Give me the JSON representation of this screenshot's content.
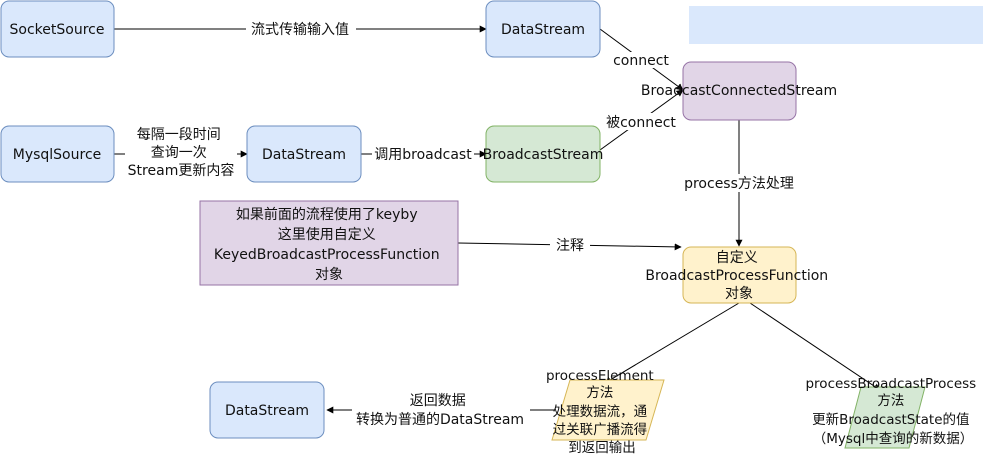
{
  "nodes": {
    "socket_source": "SocketSource",
    "datastream_top": "DataStream",
    "mysql_source": "MysqlSource",
    "datastream_mid": "DataStream",
    "broadcast_stream": "BroadcastStream",
    "broadcast_connected": "BroadcastConnectedStream",
    "process_function": [
      "自定义",
      "BroadcastProcessFunction",
      "对象"
    ],
    "keyed_note": [
      "如果前面的流程使用了keyby",
      "这里使用自定义",
      "KeyedBroadcastProcessFunction",
      "对象"
    ],
    "process_element": [
      "processElement",
      "方法",
      "处理数据流，通",
      "过关联广播流得",
      "到返回输出"
    ],
    "process_broadcast": [
      "processBroadcastProcess",
      "方法",
      "更新BroadcastState的值",
      "（Mysql中查询的新数据）"
    ],
    "datastream_bottom": "DataStream"
  },
  "edges": {
    "stream_input": "流式传输输入值",
    "query_every": [
      "每隔一段时间",
      "查询一次",
      "Stream更新内容"
    ],
    "call_broadcast": "调用broadcast",
    "connect": "connect",
    "be_connect": "被connect",
    "process_method": "process方法处理",
    "comment": "注释",
    "return_data": [
      "返回数据",
      "转换为普通的DataStream"
    ]
  },
  "colors": {
    "blue_fill": "#dae8fc",
    "blue_stroke": "#6c8ebf",
    "green_fill": "#d5e8d4",
    "green_stroke": "#82b366",
    "purple_fill": "#e1d5e7",
    "purple_stroke": "#9673a6",
    "yellow_fill": "#fff2cc",
    "yellow_stroke": "#d6b656",
    "banner_fill": "#dae8fc"
  }
}
